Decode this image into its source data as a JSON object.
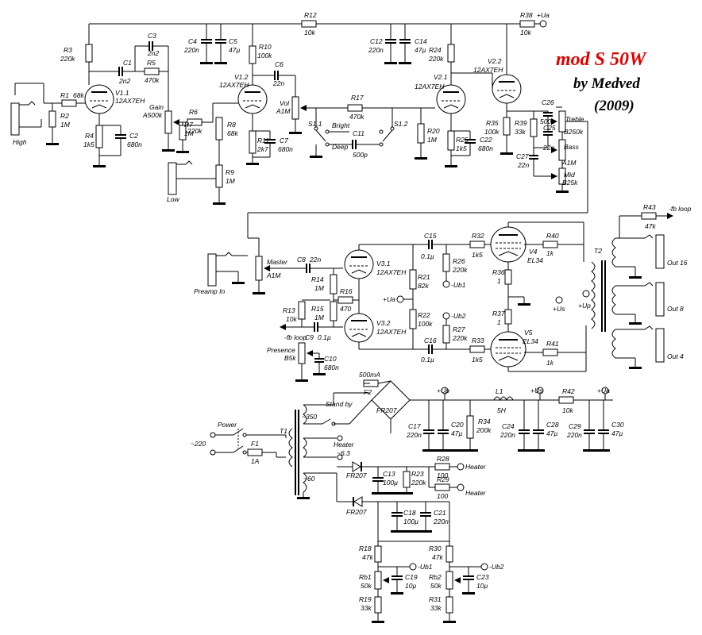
{
  "title": {
    "main": "mod S 50W",
    "author": "by Medved",
    "year": "(2009)",
    "main_color": "#e00000"
  },
  "labels": {
    "ua_top": "+Ua",
    "high": "High",
    "low": "Low",
    "preamp_in": "Preamp In",
    "master": "Master",
    "bright": "Bright",
    "deep": "Deep",
    "treble": "Treble",
    "bass": "Bass",
    "mid": "Mid",
    "gain": "Gain",
    "vol": "Vol",
    "presence": "Presence",
    "fb_loop": "-fb loop",
    "fb_loop2": "-fb loop",
    "plus_ua": "+Ua",
    "minus_ub1": "-Ub1",
    "minus_ub2": "-Ub2",
    "plus_us": "+Us",
    "plus_up": "+Up",
    "out16": "Out 16",
    "out8": "Out 8",
    "out4": "Out 4",
    "t2": "T2",
    "t1": "T1",
    "power": "Power",
    "mains": "~220",
    "standby": "Stand by",
    "heater_label": "Heater",
    "heater_v": "~6.3",
    "v350": "~350",
    "v60": "~60",
    "fuse2": "500mA",
    "heater_out1": "Heater",
    "heater_out2": "Heater",
    "up_rail": "+Up",
    "us_rail": "+Us",
    "ua_rail": "+Ua",
    "ub1_out": "-Ub1",
    "ub2_out": "-Ub2"
  },
  "tubes": [
    {
      "ref": "V1.1",
      "type": "12AX7EH"
    },
    {
      "ref": "V1.2",
      "type": "12AX7EH"
    },
    {
      "ref": "V2.1",
      "type": "12AX7EH"
    },
    {
      "ref": "V2.2",
      "type": "12AX7EH"
    },
    {
      "ref": "V3.1",
      "type": "12AX7EH"
    },
    {
      "ref": "V3.2",
      "type": "12AX7EH"
    },
    {
      "ref": "V4",
      "type": "EL34"
    },
    {
      "ref": "V5",
      "type": "EL34"
    }
  ],
  "parts": {
    "R1": "R1",
    "R1v": "68k",
    "R2": "R2",
    "R2v": "1M",
    "R3": "R3",
    "R3v": "220k",
    "R4": "R4",
    "R4v": "1k5",
    "R5": "R5",
    "R5v": "470k",
    "R6": "R6",
    "R6v": "220k",
    "R7": "R7",
    "R7v": "1M",
    "R8": "R8",
    "R8v": "68k",
    "R9": "R9",
    "R9v": "1M",
    "R10": "R10",
    "R10v": "100k",
    "R11": "R11",
    "R11v": "2k7",
    "R12": "R12",
    "R12v": "10k",
    "R13": "R13",
    "R13v": "10k",
    "R14": "R14",
    "R14v": "1M",
    "R15": "R15",
    "R15v": "1M",
    "R16": "R16",
    "R16v": "470",
    "R17": "R17",
    "R17v": "470k",
    "R18": "R18",
    "R18v": "47k",
    "R19": "R19",
    "R19v": "33k",
    "R20": "R20",
    "R20v": "1M",
    "R21": "R21",
    "R21v": "82k",
    "R22": "R22",
    "R22v": "100k",
    "R23": "R23",
    "R23v": "220k",
    "R24": "R24",
    "R24v": "220k",
    "R25": "R25",
    "R25v": "1k5",
    "R26": "R26",
    "R26v": "220k",
    "R27": "R27",
    "R27v": "220k",
    "R28": "R28",
    "R28v": "100",
    "R29": "R29",
    "R29v": "100",
    "R30": "R30",
    "R30v": "47k",
    "R31": "R31",
    "R31v": "33k",
    "R32": "R32",
    "R32v": "1k5",
    "R33": "R33",
    "R33v": "1k5",
    "R34": "R34",
    "R34v": "200k",
    "R35": "R35",
    "R35v": "100k",
    "R36": "R36",
    "R36v": "1",
    "R37": "R37",
    "R37v": "1",
    "R38": "R38",
    "R38v": "10k",
    "R39": "R39",
    "R39v": "33k",
    "R40": "R40",
    "R40v": "1k",
    "R41": "R41",
    "R41v": "1k",
    "R42": "R42",
    "R42v": "10k",
    "R43": "R43",
    "R43v": "47k",
    "C1": "C1",
    "C1v": "2n2",
    "C2": "C2",
    "C2v": "680n",
    "C3": "C3",
    "C3v": "2n2",
    "C4": "C4",
    "C4v": "220n",
    "C5": "C5",
    "C5v": "47µ",
    "C6": "C6",
    "C6v": "22n",
    "C7": "C7",
    "C7v": "680n",
    "C8": "C8",
    "C8v": "22n",
    "C9": "C9",
    "C9v": "0.1µ",
    "C10": "C10",
    "C10v": "680n",
    "C11": "C11",
    "C11v": "500p",
    "C12": "C12",
    "C12v": "220n",
    "C13": "C13",
    "C13v": "100µ",
    "C14": "C14",
    "C14v": "47µ",
    "C15": "C15",
    "C15v": "0.1µ",
    "C16": "C16",
    "C16v": "0.1µ",
    "C17": "C17",
    "C17v": "220n",
    "C18": "C18",
    "C18v": "100µ",
    "C19": "C19",
    "C19v": "10µ",
    "C20": "C20",
    "C20v": "47µ",
    "C21": "C21",
    "C21v": "220n",
    "C22": "C22",
    "C22v": "680n",
    "C23": "C23",
    "C23v": "10µ",
    "C24": "C24",
    "C24v": "220n",
    "C25": "C25",
    "C25v": "22n",
    "C26": "C26",
    "C26v": "500p",
    "C27": "C27",
    "C27v": "22n",
    "C28": "C28",
    "C28v": "47µ",
    "C29": "C29",
    "C29v": "220n",
    "C30": "C30",
    "C30v": "47µ",
    "Gain": "A500k",
    "Vol": "A1M",
    "Master": "A1M",
    "Treble": "B250k",
    "Bass": "A1M",
    "Mid": "B25k",
    "Presence": "B5k",
    "Rb1": "Rb1",
    "Rb1v": "50k",
    "Rb2": "Rb2",
    "Rb2v": "50k",
    "S11": "S1.1",
    "S12": "S1.2",
    "F1": "F1",
    "F1v": "1A",
    "F2": "F2",
    "L1": "L1",
    "L1v": "5H",
    "FR1": "FR207",
    "FR2": "FR207",
    "FR3": "FR207"
  }
}
